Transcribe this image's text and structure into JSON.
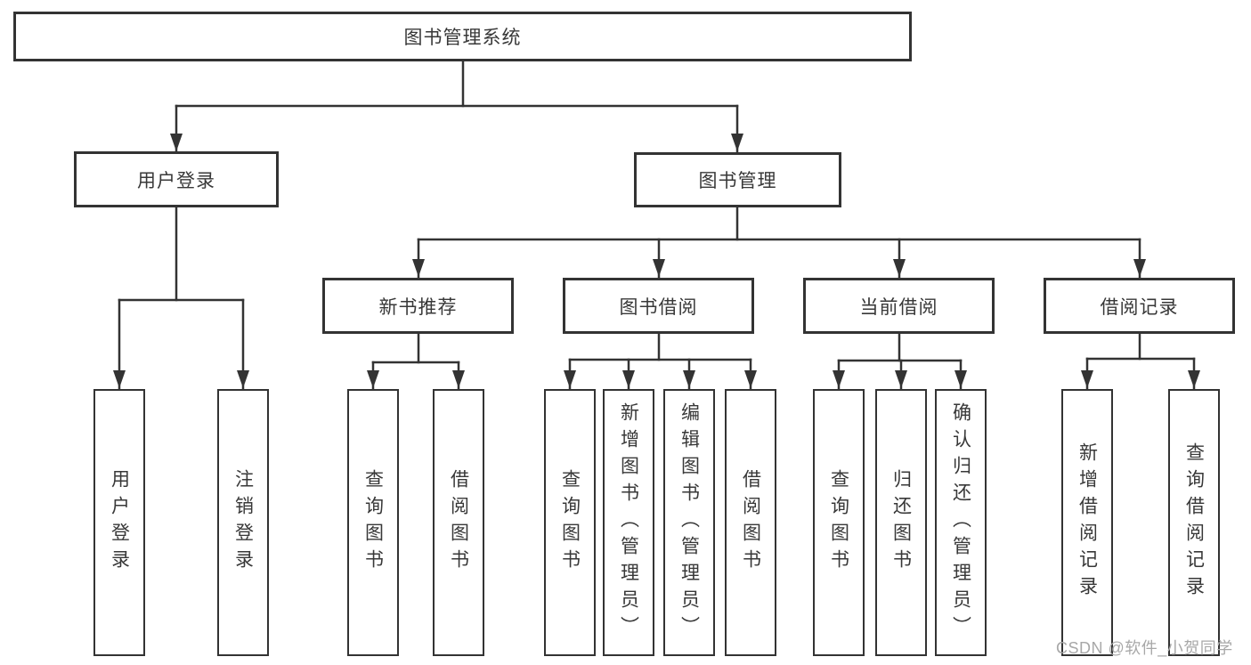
{
  "diagram_title": "图书管理系统",
  "tree": {
    "label": "图书管理系统",
    "children": [
      {
        "label": "用户登录",
        "children": [
          {
            "label": "用户登录"
          },
          {
            "label": "注销登录"
          }
        ]
      },
      {
        "label": "图书管理",
        "children": [
          {
            "label": "新书推荐",
            "children": [
              {
                "label": "查询图书"
              },
              {
                "label": "借阅图书"
              }
            ]
          },
          {
            "label": "图书借阅",
            "children": [
              {
                "label": "查询图书"
              },
              {
                "label": "新增图书（管理员）"
              },
              {
                "label": "编辑图书（管理员）"
              },
              {
                "label": "借阅图书"
              }
            ]
          },
          {
            "label": "当前借阅",
            "children": [
              {
                "label": "查询图书"
              },
              {
                "label": "归还图书"
              },
              {
                "label": "确认归还（管理员）"
              }
            ]
          },
          {
            "label": "借阅记录",
            "children": [
              {
                "label": "新增借阅记录"
              },
              {
                "label": "查询借阅记录"
              }
            ]
          }
        ]
      }
    ]
  },
  "watermark": "CSDN @软件_小贺同学",
  "colors": {
    "line": "#333333",
    "box_border": "#333333",
    "text": "#383838",
    "watermark": "#a8a8a8",
    "background": "#ffffff"
  }
}
